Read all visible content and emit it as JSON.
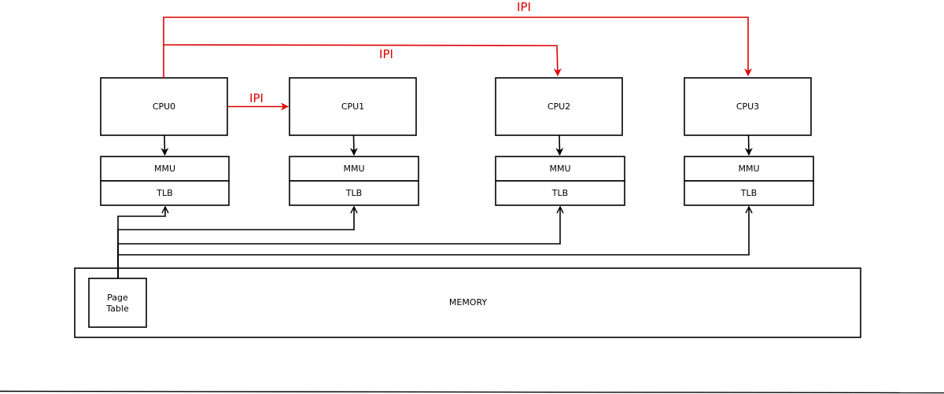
{
  "colors": {
    "ipi": "#e00000",
    "line": "#000000",
    "background": "#ffffff"
  },
  "cpus": [
    {
      "label": "CPU0",
      "mmu": "MMU",
      "tlb": "TLB"
    },
    {
      "label": "CPU1",
      "mmu": "MMU",
      "tlb": "TLB"
    },
    {
      "label": "CPU2",
      "mmu": "MMU",
      "tlb": "TLB"
    },
    {
      "label": "CPU3",
      "mmu": "MMU",
      "tlb": "TLB"
    }
  ],
  "ipi_labels": [
    "IPI",
    "IPI",
    "IPI"
  ],
  "memory": {
    "label": "MEMORY",
    "page_table_line1": "Page",
    "page_table_line2": "Table"
  }
}
